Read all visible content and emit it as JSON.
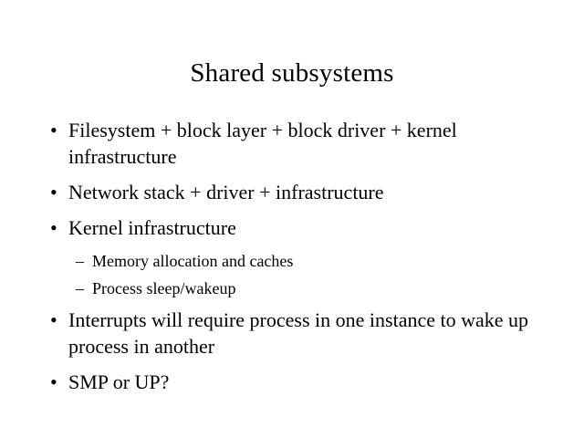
{
  "slide": {
    "title": "Shared subsystems",
    "background_color": "#ffffff",
    "text_color": "#000000",
    "bullet_marker_level1": "•",
    "bullet_marker_level2": "–",
    "items": [
      {
        "level": 1,
        "text": "Filesystem + block layer + block driver + kernel infrastructure"
      },
      {
        "level": 1,
        "text": "Network stack + driver + infrastructure"
      },
      {
        "level": 1,
        "text": "Kernel infrastructure"
      },
      {
        "level": 2,
        "text": "Memory allocation and caches"
      },
      {
        "level": 2,
        "text": "Process sleep/wakeup"
      },
      {
        "level": 1,
        "text": "Interrupts will require process in one instance to wake up process in another"
      },
      {
        "level": 1,
        "text": "SMP or UP?"
      }
    ]
  }
}
